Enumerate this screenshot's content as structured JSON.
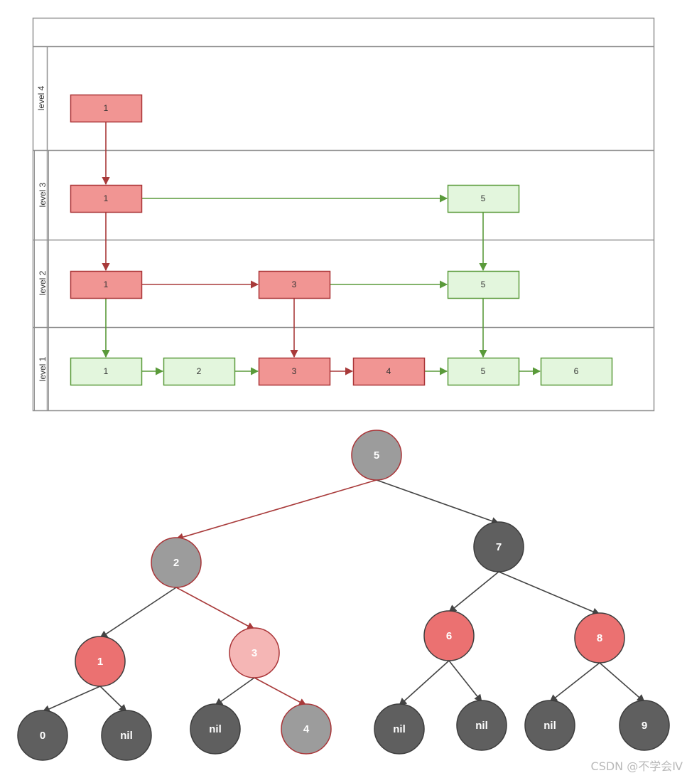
{
  "colors": {
    "search_path_fill": "#f19593",
    "search_path_stroke": "#a93437",
    "other_fill": "#e3f6dd",
    "other_stroke": "#5a9a3a",
    "lane_border": "#909090",
    "gray_node": "#9c9c9c",
    "dark_node": "#5f5f5f",
    "red_node": "#eb7171",
    "pink_node": "#f5b6b5",
    "edge_dark": "#444444",
    "edge_red": "#a83a3a"
  },
  "skip_list": {
    "lanes": [
      {
        "label": "level 4"
      },
      {
        "label": "level 3"
      },
      {
        "label": "level 2"
      },
      {
        "label": "level 1"
      }
    ],
    "nodes": {
      "l4_1": {
        "value": "1",
        "path": true
      },
      "l3_1": {
        "value": "1",
        "path": true
      },
      "l3_5": {
        "value": "5",
        "path": false
      },
      "l2_1": {
        "value": "1",
        "path": true
      },
      "l2_3": {
        "value": "3",
        "path": true
      },
      "l2_5": {
        "value": "5",
        "path": false
      },
      "l1_1": {
        "value": "1",
        "path": false
      },
      "l1_2": {
        "value": "2",
        "path": false
      },
      "l1_3": {
        "value": "3",
        "path": true
      },
      "l1_4": {
        "value": "4",
        "path": true
      },
      "l1_5": {
        "value": "5",
        "path": false
      },
      "l1_6": {
        "value": "6",
        "path": false
      }
    },
    "links": [
      {
        "from": "l4_1",
        "to": "l3_1",
        "path": true
      },
      {
        "from": "l3_1",
        "to": "l2_1",
        "path": true
      },
      {
        "from": "l3_1",
        "to": "l3_5",
        "path": false
      },
      {
        "from": "l3_5",
        "to": "l2_5",
        "path": false
      },
      {
        "from": "l2_1",
        "to": "l2_3",
        "path": true
      },
      {
        "from": "l2_3",
        "to": "l2_5",
        "path": false
      },
      {
        "from": "l2_1",
        "to": "l1_1",
        "path": false
      },
      {
        "from": "l2_3",
        "to": "l1_3",
        "path": true
      },
      {
        "from": "l2_5",
        "to": "l1_5",
        "path": false
      },
      {
        "from": "l1_1",
        "to": "l1_2",
        "path": false
      },
      {
        "from": "l1_2",
        "to": "l1_3",
        "path": false
      },
      {
        "from": "l1_3",
        "to": "l1_4",
        "path": true
      },
      {
        "from": "l1_4",
        "to": "l1_5",
        "path": false
      },
      {
        "from": "l1_5",
        "to": "l1_6",
        "path": false
      }
    ]
  },
  "tree": {
    "nodes": {
      "n5": {
        "label": "5",
        "color": "gray",
        "stroke": "red"
      },
      "n2": {
        "label": "2",
        "color": "gray",
        "stroke": "red"
      },
      "n7": {
        "label": "7",
        "color": "dark",
        "stroke": "dark"
      },
      "n1": {
        "label": "1",
        "color": "red",
        "stroke": "dark"
      },
      "n3": {
        "label": "3",
        "color": "pink",
        "stroke": "red"
      },
      "n6": {
        "label": "6",
        "color": "red",
        "stroke": "dark"
      },
      "n8": {
        "label": "8",
        "color": "red",
        "stroke": "dark"
      },
      "n0": {
        "label": "0",
        "color": "dark",
        "stroke": "dark"
      },
      "nil1": {
        "label": "nil",
        "color": "dark",
        "stroke": "dark"
      },
      "nil2": {
        "label": "nil",
        "color": "dark",
        "stroke": "dark"
      },
      "n4": {
        "label": "4",
        "color": "gray",
        "stroke": "red"
      },
      "nil3": {
        "label": "nil",
        "color": "dark",
        "stroke": "dark"
      },
      "nil4": {
        "label": "nil",
        "color": "dark",
        "stroke": "dark"
      },
      "nil5": {
        "label": "nil",
        "color": "dark",
        "stroke": "dark"
      },
      "n9": {
        "label": "9",
        "color": "dark",
        "stroke": "dark"
      }
    },
    "edges": [
      {
        "from": "n5",
        "to": "n2",
        "path": true
      },
      {
        "from": "n5",
        "to": "n7",
        "path": false
      },
      {
        "from": "n2",
        "to": "n1",
        "path": false
      },
      {
        "from": "n2",
        "to": "n3",
        "path": true
      },
      {
        "from": "n7",
        "to": "n6",
        "path": false
      },
      {
        "from": "n7",
        "to": "n8",
        "path": false
      },
      {
        "from": "n1",
        "to": "n0",
        "path": false
      },
      {
        "from": "n1",
        "to": "nil1",
        "path": false
      },
      {
        "from": "n3",
        "to": "nil2",
        "path": false
      },
      {
        "from": "n3",
        "to": "n4",
        "path": true
      },
      {
        "from": "n6",
        "to": "nil3",
        "path": false
      },
      {
        "from": "n6",
        "to": "nil4",
        "path": false
      },
      {
        "from": "n8",
        "to": "nil5",
        "path": false
      },
      {
        "from": "n8",
        "to": "n9",
        "path": false
      }
    ]
  },
  "watermark": "CSDN @不学会Ⅳ"
}
